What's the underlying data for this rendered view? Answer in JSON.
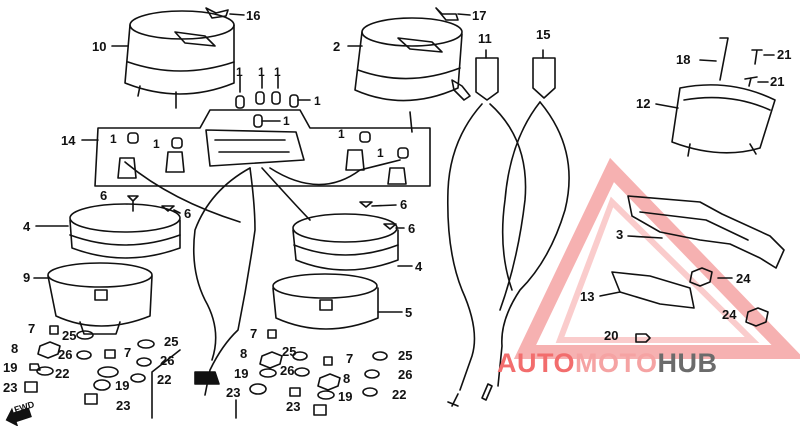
{
  "diagram": {
    "callouts": {
      "c16": "16",
      "c17": "17",
      "c10": "10",
      "c2": "2",
      "c11": "11",
      "c15": "15",
      "c18": "18",
      "c21a": "21",
      "c21b": "21",
      "c12": "12",
      "c14": "14",
      "c1a": "1",
      "c1b": "1",
      "c1c": "1",
      "c1d": "1",
      "c1e": "1",
      "c1f": "1",
      "c1g": "1",
      "c1h": "1",
      "c1i": "1",
      "c6a": "6",
      "c6b": "6",
      "c6c": "6",
      "c6d": "6",
      "c4a": "4",
      "c4b": "4",
      "c9": "9",
      "c5": "5",
      "c3": "3",
      "c24a": "24",
      "c24b": "24",
      "c13": "13",
      "c20": "20",
      "c7a": "7",
      "c7b": "7",
      "c7c": "7",
      "c7d": "7",
      "c25a": "25",
      "c25b": "25",
      "c25c": "25",
      "c25d": "25",
      "c8a": "8",
      "c8b": "8",
      "c8c": "8",
      "c26a": "26",
      "c26b": "26",
      "c26c": "26",
      "c26d": "26",
      "c19a": "19",
      "c19b": "19",
      "c19c": "19",
      "c19d": "19",
      "c22a": "22",
      "c22b": "22",
      "c22c": "22",
      "c23a": "23",
      "c23b": "23",
      "c23c": "23",
      "c23d": "23"
    },
    "fwd_marker": "FWD"
  },
  "watermark": {
    "part1": "AUTO",
    "part2": "MOTO",
    "part3": "HUB",
    "color_red": "#f26d6d",
    "color_pink": "#f5a3a3",
    "color_gray": "#6b6b6b"
  }
}
